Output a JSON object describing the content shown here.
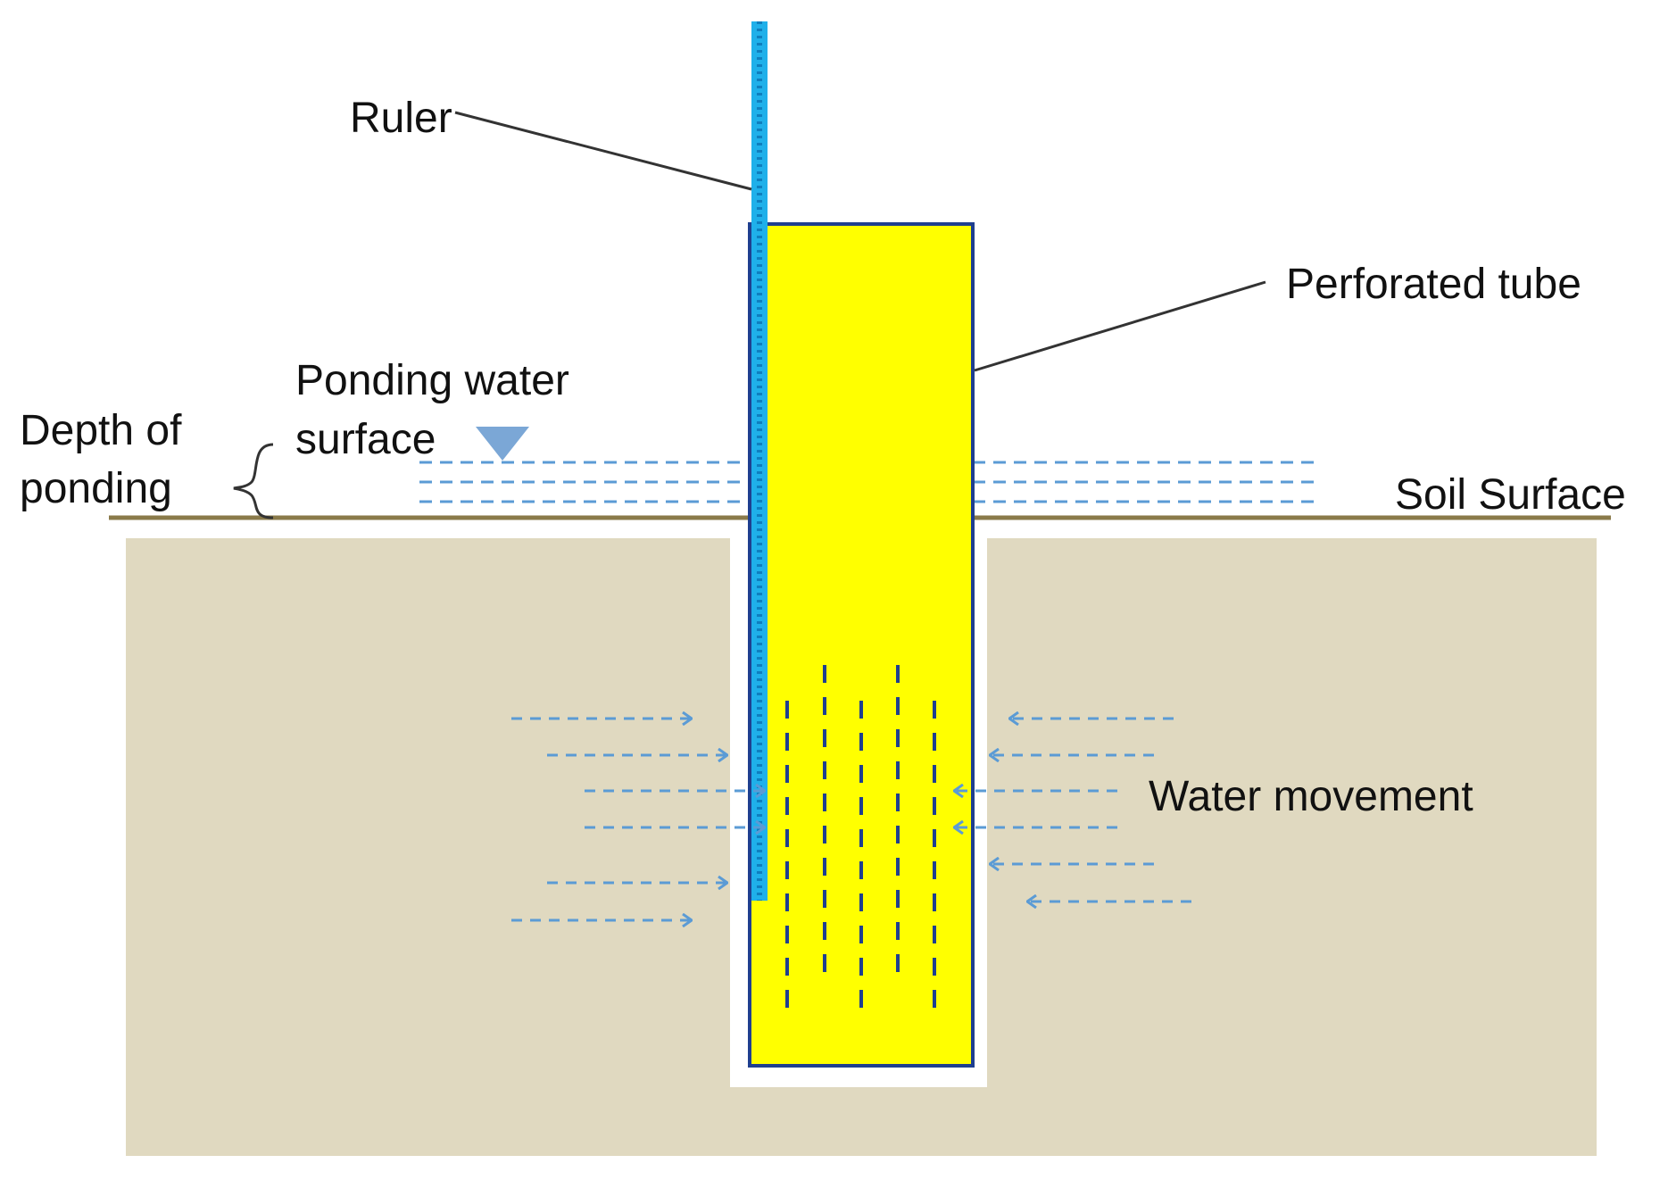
{
  "labels": {
    "ruler": "Ruler",
    "perforated_tube": "Perforated tube",
    "ponding_water_line1": "Ponding water",
    "ponding_water_line2": "surface",
    "depth_line1": "Depth of",
    "depth_line2": "ponding",
    "soil_surface": "Soil Surface",
    "water_movement": "Water movement"
  },
  "colors": {
    "soil": "#e0d9c0",
    "soil_surface_line": "#8a7a4a",
    "tube_fill": "#ffff00",
    "tube_outline": "#1f3f8f",
    "ruler": "#1fb0ea",
    "water_dashes": "#5b9bd5",
    "water_triangle": "#7ba7d6",
    "leader_lines": "#333333"
  },
  "icons": {
    "water_level_marker": "water-surface-triangle-icon",
    "depth_brace": "curly-brace-icon"
  }
}
